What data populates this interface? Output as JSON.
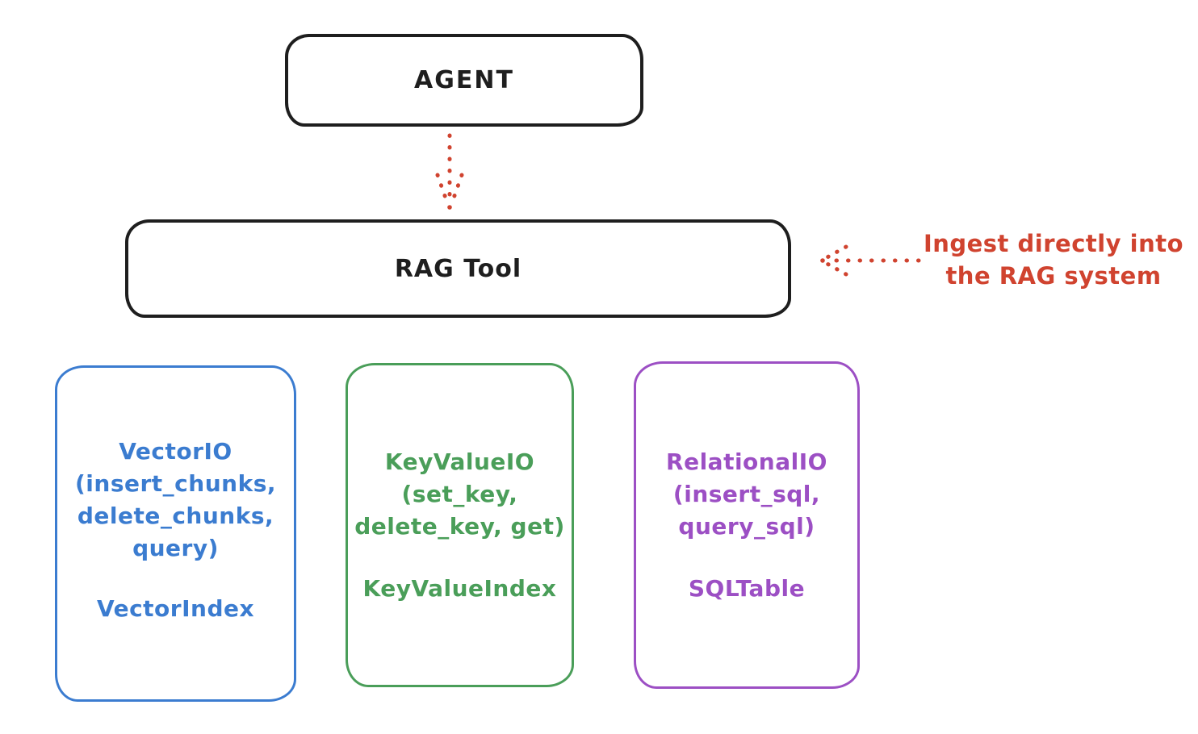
{
  "agent": {
    "label": "AGENT"
  },
  "rag_tool": {
    "label": "RAG Tool"
  },
  "annotation": {
    "line1": "Ingest directly into",
    "line2": "the RAG system"
  },
  "io_boxes": [
    {
      "name": "VectorIO",
      "lines": [
        "VectorIO",
        "(insert_chunks,",
        "delete_chunks,",
        "query)"
      ],
      "index_label": "VectorIndex",
      "color": "#3b7cd0"
    },
    {
      "name": "KeyValueIO",
      "lines": [
        "KeyValueIO",
        "(set_key,",
        "delete_key, get)"
      ],
      "index_label": "KeyValueIndex",
      "color": "#4a9e59"
    },
    {
      "name": "RelationalIO",
      "lines": [
        "RelationalIO",
        "(insert_sql,",
        "query_sql)"
      ],
      "index_label": "SQLTable",
      "color": "#9c4fc4"
    }
  ],
  "colors": {
    "outline": "#1e1e1e",
    "accent_red": "#d0432f",
    "vector_blue": "#3b7cd0",
    "keyvalue_green": "#4a9e59",
    "relational_purple": "#9c4fc4"
  }
}
